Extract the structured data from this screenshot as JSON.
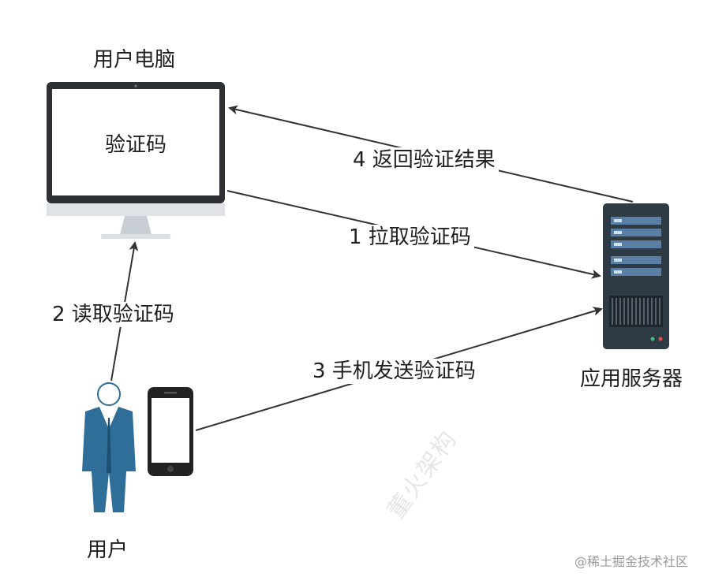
{
  "nodes": {
    "computer_label": "用户电脑",
    "computer_screen_text": "验证码",
    "server_label": "应用服务器",
    "user_label": "用户"
  },
  "edges": {
    "fetch_captcha": "1 拉取验证码",
    "read_captcha": "2 读取验证码",
    "phone_send": "3 手机发送验证码",
    "return_result": "4 返回验证结果"
  },
  "watermark": "董火架构",
  "credit": "@稀土掘金技术社区",
  "colors": {
    "monitor_frame": "#2f3033",
    "monitor_bezel": "#dfe3e8",
    "server_body": "#2e3a44",
    "server_slot": "#5a7fa4",
    "user_suit": "#2f6e99",
    "arrow": "#333333"
  }
}
